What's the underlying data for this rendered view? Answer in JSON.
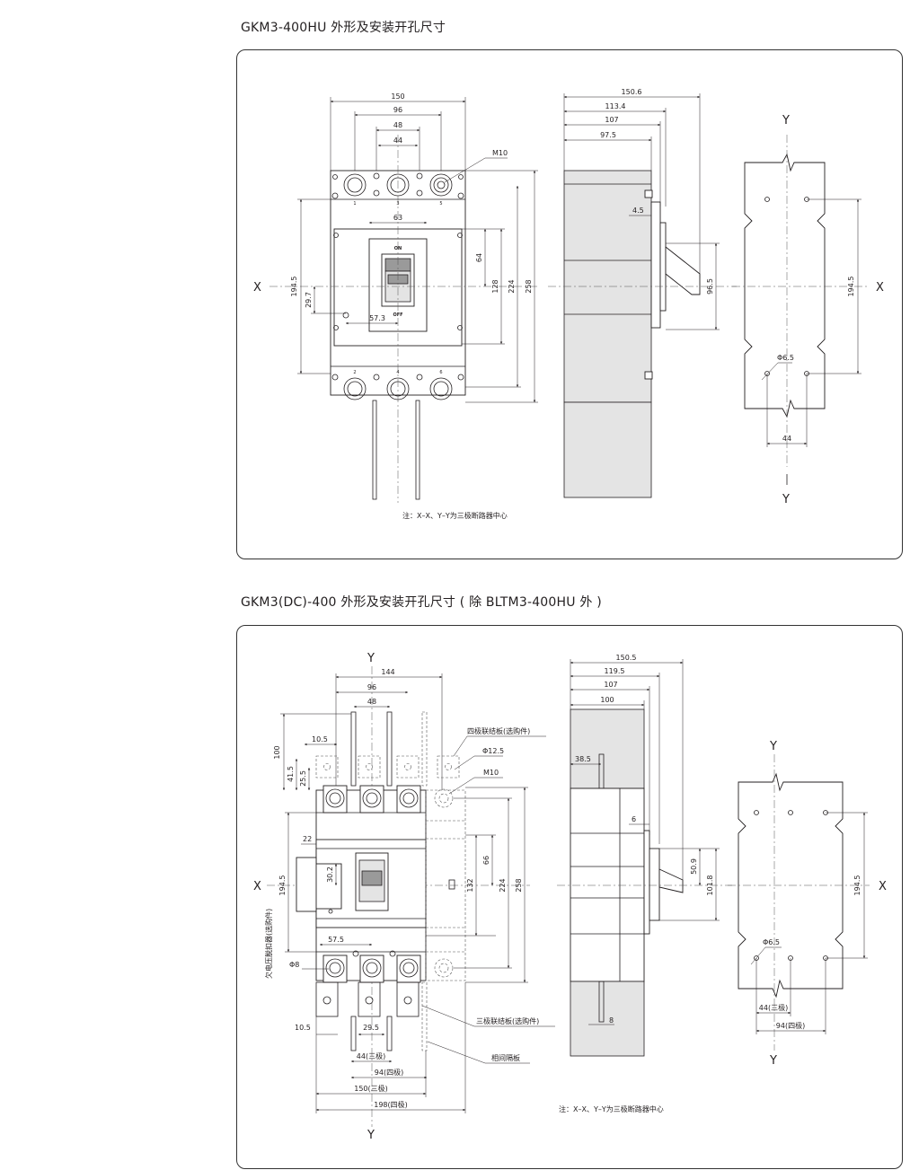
{
  "section1": {
    "title": "GKM3-400HU 外形及安装开孔尺寸",
    "note": "注：X–X、Y–Y为三极断路器中心",
    "front": {
      "dims_top": [
        "150",
        "96",
        "48",
        "44"
      ],
      "dim_63": "63",
      "dim_64": "64",
      "dim_128": "128",
      "dim_224": "224",
      "dim_258": "258",
      "dim_1945": "194.5",
      "dim_297": "29.7",
      "dim_573": "57.3",
      "m10": "M10",
      "on": "ON",
      "off": "OFF",
      "terminals_top": [
        "1",
        "3",
        "5"
      ],
      "terminals_bottom": [
        "2",
        "4",
        "6"
      ],
      "axis_x": "X"
    },
    "side": {
      "dims_top": [
        "150.6",
        "113.4",
        "107",
        "97.5"
      ],
      "dim_45": "4.5",
      "dim_965": "96.5"
    },
    "cutout": {
      "axis_y": "Y",
      "axis_x": "X",
      "phi": "Φ6.5",
      "dim_1945": "194.5",
      "dim_44": "44"
    }
  },
  "section2": {
    "title": "GKM3(DC)-400 外形及安装开孔尺寸 ( 除 BLTM3-400HU 外 )",
    "note": "注：X–X、Y–Y为三极断路器中心",
    "front": {
      "axis_y": "Y",
      "axis_x": "X",
      "dims_top": [
        "144",
        "96",
        "48"
      ],
      "dim_100": "100",
      "dim_105": "10.5",
      "dim_415": "41.5",
      "dim_255": "25.5",
      "dim_22": "22",
      "dim_1945": "194.5",
      "dim_302": "30.2",
      "dim_575": "57.5",
      "phi8": "Φ8",
      "dim_66": "66",
      "dim_132": "132",
      "dim_224": "224",
      "dim_258": "258",
      "dim_105b": "10.5",
      "dim_295": "29.5",
      "dim_44": "44(三极)",
      "dim_94": "94(四极)",
      "dim_150": "150(三极)",
      "dim_198": "198(四极)",
      "label_4p_plate": "四极联结板(选购件)",
      "label_phi125": "Φ12.5",
      "label_m10": "M10",
      "label_uv": "欠电压脱扣器(选购件)",
      "label_3p_plate": "三极联结板(选购件)",
      "label_barrier": "相间隔板"
    },
    "side": {
      "dims_top": [
        "150.5",
        "119.5",
        "107",
        "100"
      ],
      "dim_385": "38.5",
      "dim_6": "6",
      "dim_509": "50.9",
      "dim_1018": "101.8",
      "dim_8": "8"
    },
    "cutout": {
      "axis_y": "Y",
      "axis_x": "X",
      "phi": "Φ6.5",
      "dim_1945": "194.5",
      "dim_44": "44(三极)",
      "dim_94": "94(四极)"
    }
  }
}
